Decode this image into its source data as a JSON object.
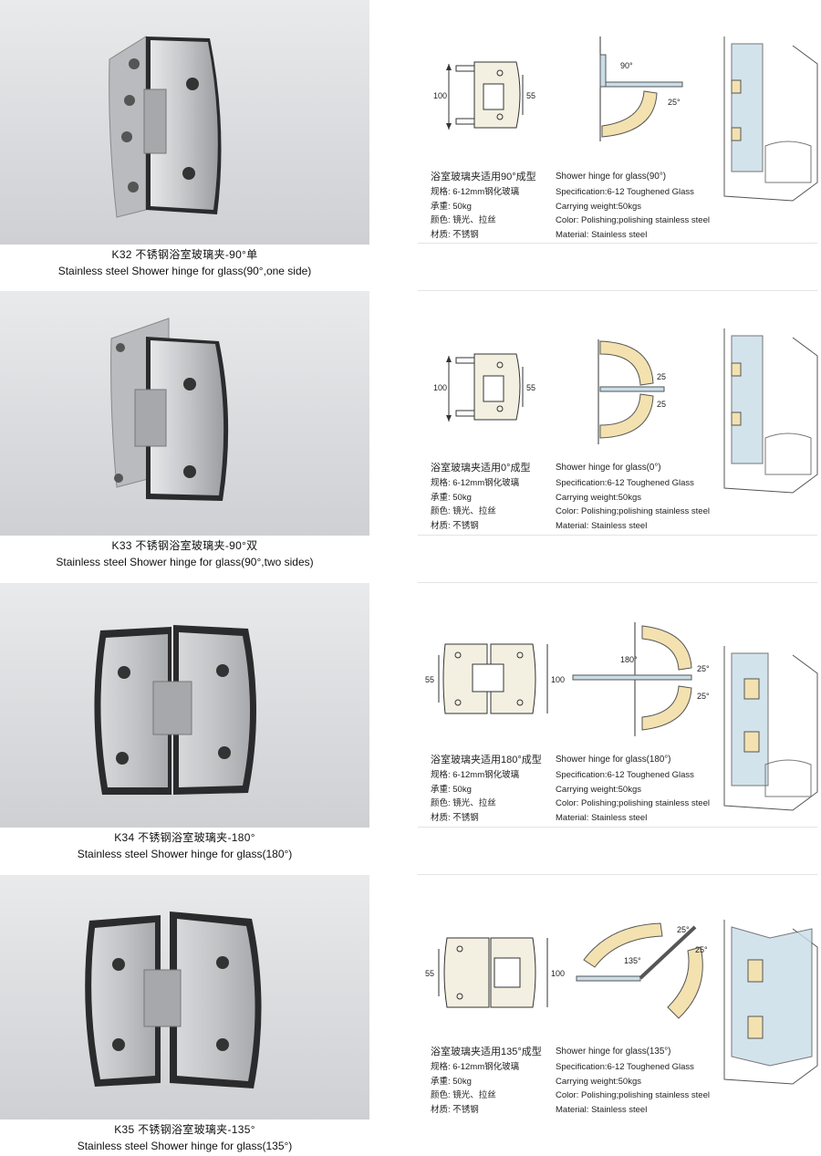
{
  "products": [
    {
      "code_cn": "K32 不锈钢浴室玻璃夹-90°单",
      "name_en": "Stainless steel Shower hinge for glass(90°,one side)",
      "spec_title_cn": "浴室玻璃夹适用90°成型",
      "spec_cn": [
        "规格: 6-12mm钢化玻璃",
        "承重: 50kg",
        "颜色: 镜光、拉丝",
        "材质: 不锈钢"
      ],
      "spec_title_en": "Shower hinge for glass(90°)",
      "spec_en": [
        "Specification:6-12 Toughened Glass",
        "Carrying weight:50kgs",
        "Color: Polishing;polishing stainless steel",
        "Material: Stainless steel"
      ],
      "dim_a": "100",
      "dim_b": "55",
      "angles": [
        "90°",
        "25°"
      ]
    },
    {
      "code_cn": "K33 不锈钢浴室玻璃夹-90°双",
      "name_en": "Stainless steel Shower hinge for glass(90°,two sides)",
      "spec_title_cn": "浴室玻璃夹适用0°成型",
      "spec_cn": [
        "规格: 6-12mm钢化玻璃",
        "承重: 50kg",
        "颜色: 镜光、拉丝",
        "材质: 不锈钢"
      ],
      "spec_title_en": "Shower hinge for glass(0°)",
      "spec_en": [
        "Specification:6-12 Toughened Glass",
        "Carrying weight:50kgs",
        "Color: Polishing;polishing stainless steel",
        "Material: Stainless steel"
      ],
      "dim_a": "100",
      "dim_b": "55",
      "angles": [
        "25",
        "25"
      ]
    },
    {
      "code_cn": "K34 不锈钢浴室玻璃夹-180°",
      "name_en": "Stainless steel Shower hinge for glass(180°)",
      "spec_title_cn": "浴室玻璃夹适用180°成型",
      "spec_cn": [
        "规格: 6-12mm钢化玻璃",
        "承重: 50kg",
        "颜色: 镜光、拉丝",
        "材质: 不锈钢"
      ],
      "spec_title_en": "Shower hinge for glass(180°)",
      "spec_en": [
        "Specification:6-12 Toughened Glass",
        "Carrying weight:50kgs",
        "Color: Polishing;polishing stainless steel",
        "Material: Stainless steel"
      ],
      "dim_a": "55",
      "dim_b": "100",
      "angles": [
        "180°",
        "25°",
        "25°"
      ]
    },
    {
      "code_cn": "K35 不锈钢浴室玻璃夹-135°",
      "name_en": "Stainless steel Shower hinge for glass(135°)",
      "spec_title_cn": "浴室玻璃夹适用135°成型",
      "spec_cn": [
        "规格: 6-12mm钢化玻璃",
        "承重: 50kg",
        "颜色: 镜光、拉丝",
        "材质: 不锈钢"
      ],
      "spec_title_en": "Shower hinge for glass(135°)",
      "spec_en": [
        "Specification:6-12 Toughened Glass",
        "Carrying weight:50kgs",
        "Color: Polishing;polishing stainless steel",
        "Material: Stainless steel"
      ],
      "dim_a": "55",
      "dim_b": "100",
      "angles": [
        "135°",
        "25°",
        "25°"
      ]
    }
  ],
  "colors": {
    "photo_bg": "#dcdde0",
    "steel": "#c3c5c8",
    "glass": "#c9dde8",
    "swing_arc": "#f3e2b0",
    "outline": "#333333"
  }
}
